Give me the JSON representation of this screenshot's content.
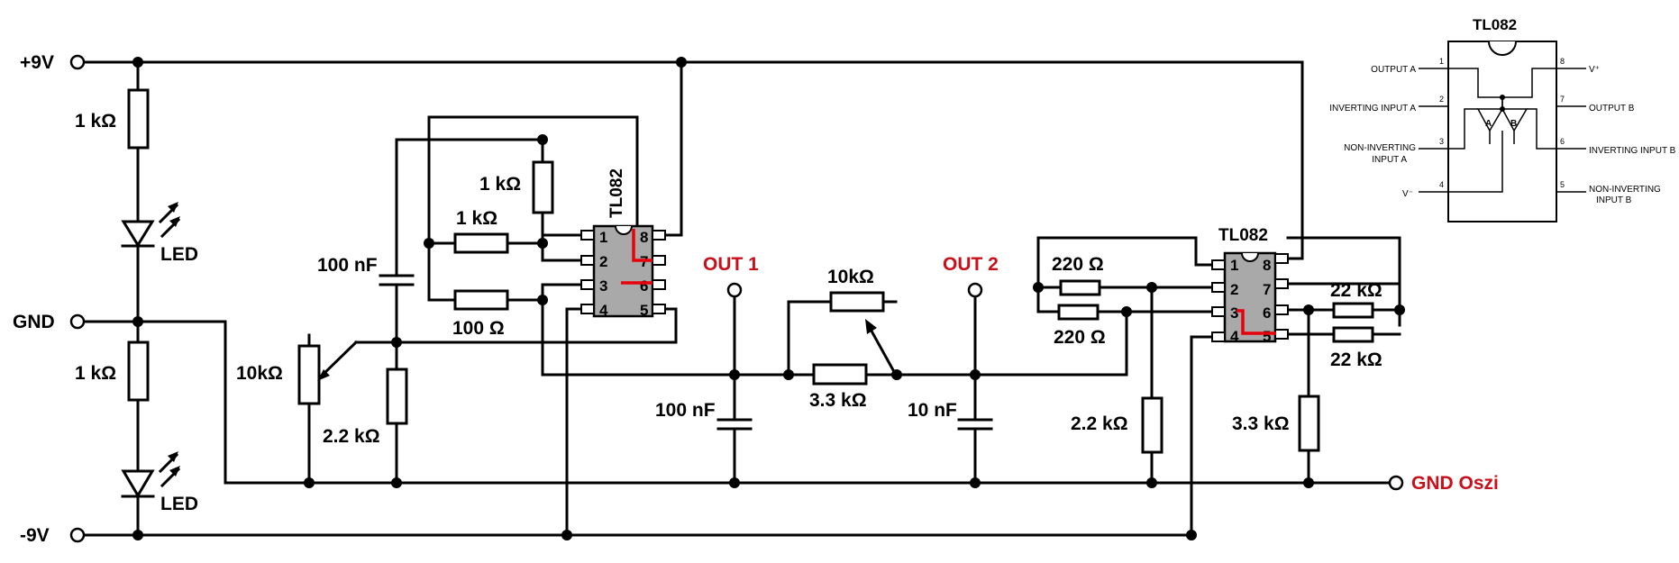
{
  "rails": {
    "vplus": "+9V",
    "gnd": "GND",
    "vminus": "-9V",
    "gnd_oszi": "GND Oszi"
  },
  "components": {
    "r_led_top": "1 kΩ",
    "led_top": "LED",
    "r_led_bottom": "1 kΩ",
    "led_bottom": "LED",
    "pot1": "10kΩ",
    "r_22k_left": "2.2 kΩ",
    "c_100n_left": "100 nF",
    "r_fb_top": "1 kΩ",
    "r_in": "1 kΩ",
    "r_100": "100 Ω",
    "ic1": "TL082",
    "out1": "OUT 1",
    "c_100n_out1": "100 nF",
    "pot2": "10kΩ",
    "r_33k_mid": "3.3 kΩ",
    "out2": "OUT 2",
    "c_10n": "10 nF",
    "r_220_top": "220 Ω",
    "r_220_bottom": "220 Ω",
    "ic2": "TL082",
    "r_22k_right": "2.2 kΩ",
    "r_22kohm_top": "22 kΩ",
    "r_22kohm_bottom": "22 kΩ",
    "r_33k_right": "3.3 kΩ"
  },
  "ic_pins": {
    "left": [
      "1",
      "2",
      "3",
      "4"
    ],
    "right": [
      "8",
      "7",
      "6",
      "5"
    ]
  },
  "pinout_reference": {
    "title": "TL082",
    "output_a": "OUTPUT A",
    "inverting_input_a": "INVERTING INPUT A",
    "noninverting_input_a_l1": "NON-INVERTING",
    "noninverting_input_a_l2": "INPUT A",
    "v_minus": "V⁻",
    "v_plus": "V⁺",
    "output_b": "OUTPUT B",
    "inverting_input_b": "INVERTING INPUT B",
    "noninverting_input_b_l1": "NON-INVERTING",
    "noninverting_input_b_l2": "INPUT B",
    "amp_a": "A",
    "amp_b": "B",
    "pins_left": [
      "1",
      "2",
      "3",
      "4"
    ],
    "pins_right": [
      "8",
      "7",
      "6",
      "5"
    ]
  },
  "colors": {
    "wire": "#000000",
    "highlight": "#e8000b",
    "label_red": "#c8101a",
    "chip_fill": "#a9a9a9"
  }
}
